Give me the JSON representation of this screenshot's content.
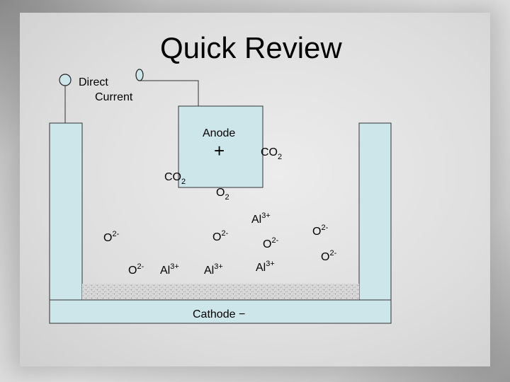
{
  "title": "Quick Review",
  "power": {
    "line1": "Direct",
    "line2": "Current"
  },
  "anode": {
    "label": "Anode",
    "sign": "+"
  },
  "cathode": {
    "label": "Cathode",
    "sign": "−"
  },
  "species": {
    "co2_right": {
      "base": "CO",
      "sub": "2"
    },
    "co2_left": {
      "base": "CO",
      "sub": "2"
    },
    "o2_gas": {
      "base": "O",
      "sub": "2"
    },
    "al_top": {
      "base": "Al",
      "sup": "3+"
    },
    "o_left": {
      "base": "O",
      "sup": "2-"
    },
    "o_mid": {
      "base": "O",
      "sup": "2-"
    },
    "o_center": {
      "base": "O",
      "sup": "2-"
    },
    "o_right_top": {
      "base": "O",
      "sup": "2-"
    },
    "o_bottom_left": {
      "base": "O",
      "sup": "2-"
    },
    "al_bottom_1": {
      "base": "Al",
      "sup": "3+"
    },
    "al_bottom_2": {
      "base": "Al",
      "sup": "3+"
    },
    "al_bottom_3": {
      "base": "Al",
      "sup": "3+"
    },
    "o_right_bottom": {
      "base": "O",
      "sup": "2-"
    }
  },
  "colors": {
    "cell_fill": "#cce6ea",
    "anode_fill": "#cce6ea",
    "liquid_al": "#d6d6d6"
  }
}
